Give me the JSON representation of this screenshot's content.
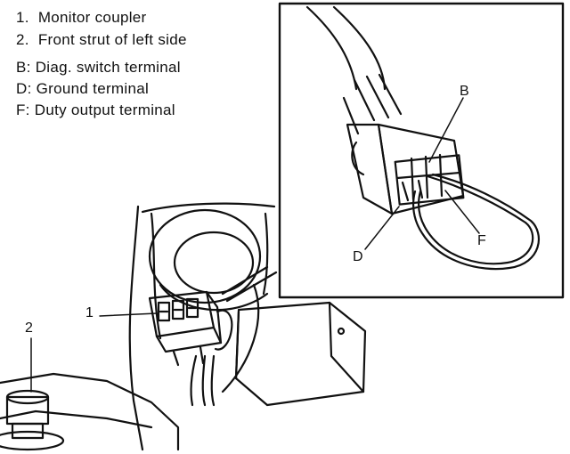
{
  "legend": {
    "items": [
      {
        "key": "1.",
        "text": "Monitor coupler"
      },
      {
        "key": "2.",
        "text": "Front strut of left side"
      }
    ],
    "terminals": [
      {
        "key": "B:",
        "text": "Diag. switch terminal"
      },
      {
        "key": "D:",
        "text": "Ground terminal"
      },
      {
        "key": "F:",
        "text": "Duty output terminal"
      }
    ]
  },
  "callouts": {
    "monitor_coupler": "1",
    "front_strut": "2",
    "inset_b": "B",
    "inset_d": "D",
    "inset_f": "F"
  }
}
